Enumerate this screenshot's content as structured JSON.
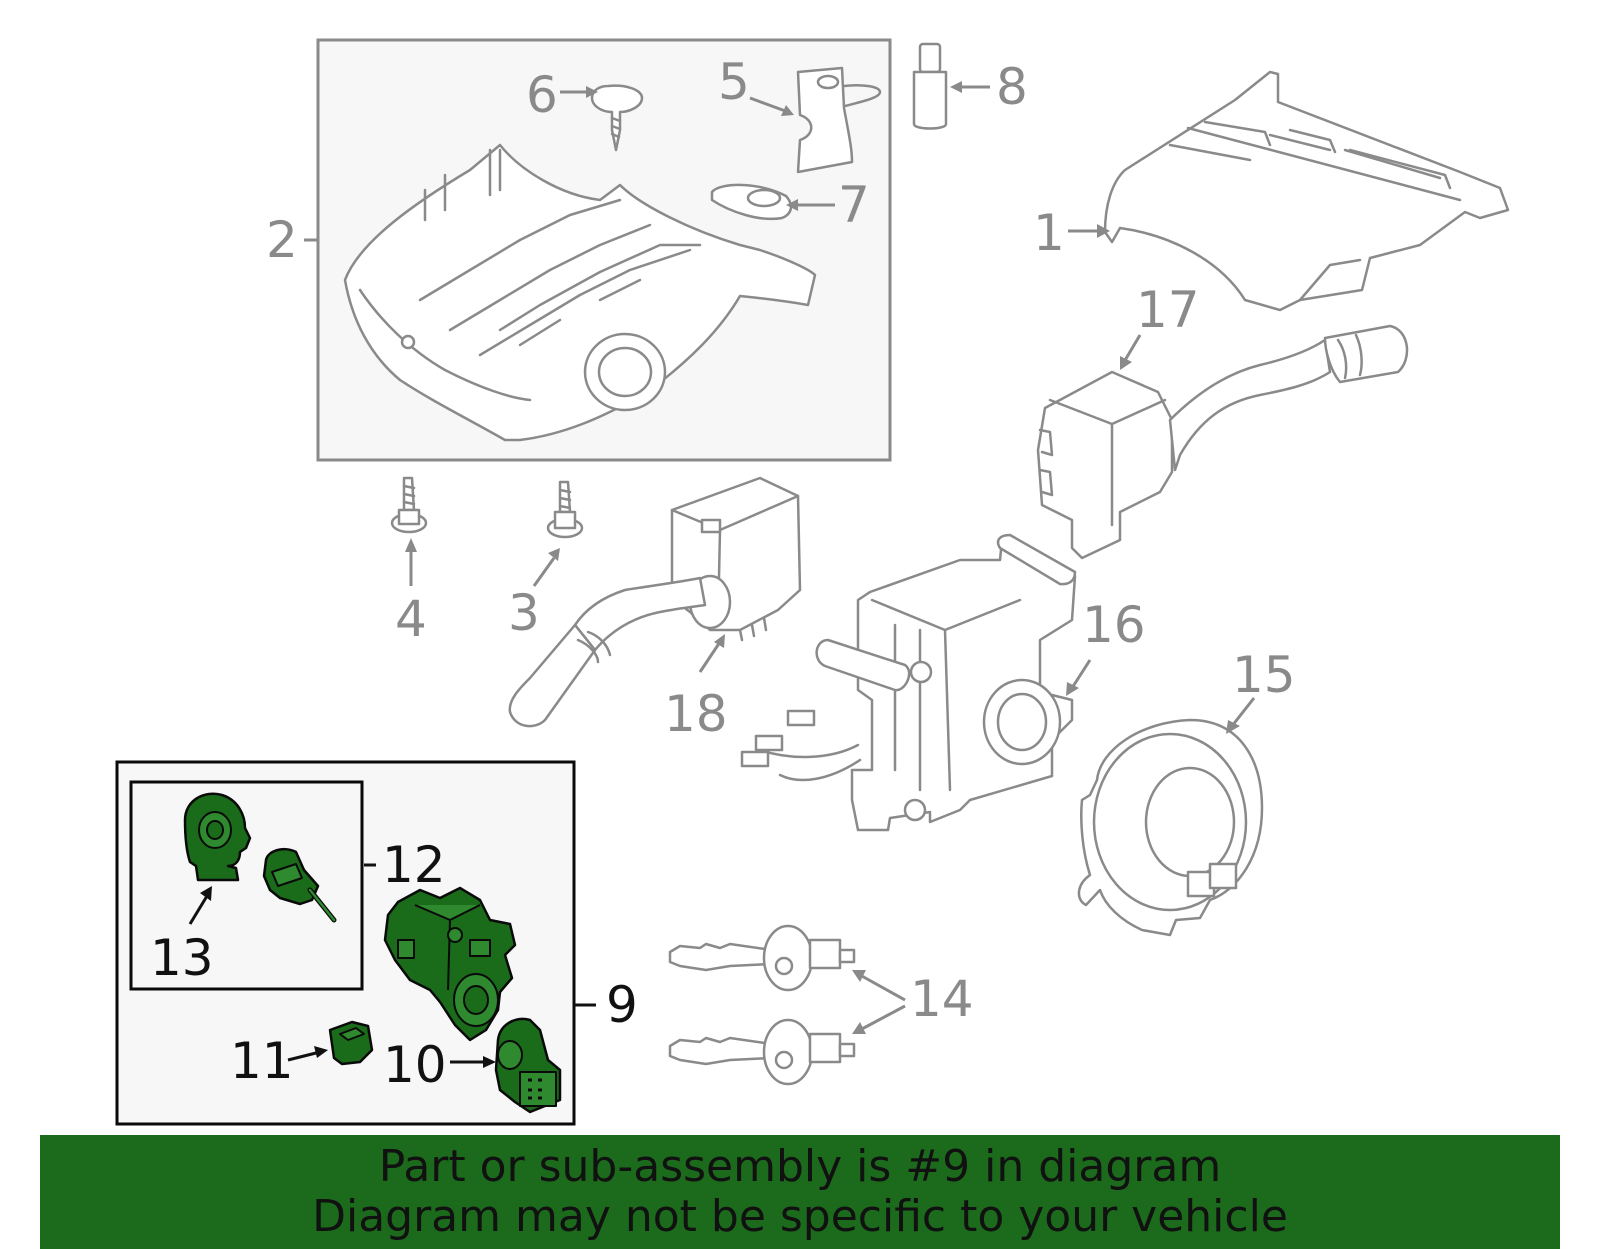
{
  "diagram": {
    "labels": {
      "p1": "1",
      "p2": "2",
      "p3": "3",
      "p4": "4",
      "p5": "5",
      "p6": "6",
      "p7": "7",
      "p8": "8",
      "p9": "9",
      "p10": "10",
      "p11": "11",
      "p12": "12",
      "p13": "13",
      "p14": "14",
      "p15": "15",
      "p16": "16",
      "p17": "17",
      "p18": "18"
    },
    "highlighted_part": "9",
    "colors": {
      "highlight": "#1c6b1c",
      "default_part": "#8a8a8a",
      "label_highlight": "#111111"
    }
  },
  "footer": {
    "line1": "Part or sub-assembly is #9 in diagram",
    "line2": "Diagram may not be specific to your vehicle"
  }
}
